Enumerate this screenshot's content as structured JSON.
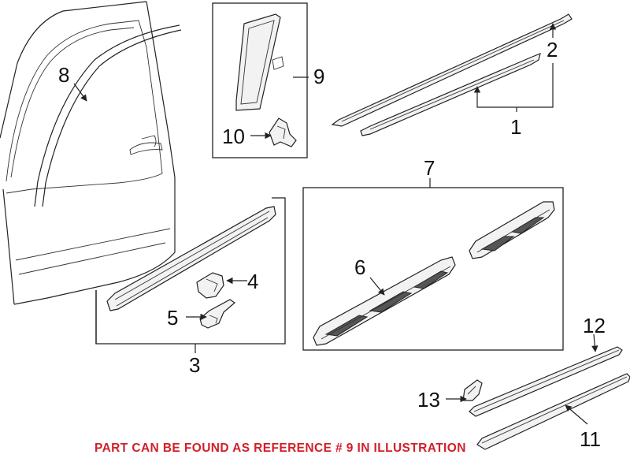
{
  "callouts": {
    "c1": "1",
    "c2": "2",
    "c3": "3",
    "c4": "4",
    "c5": "5",
    "c6": "6",
    "c7": "7",
    "c8": "8",
    "c9": "9",
    "c10": "10",
    "c11": "11",
    "c12": "12",
    "c13": "13"
  },
  "note": "PART CAN BE FOUND AS REFERENCE # 9 IN ILLUSTRATION",
  "colors": {
    "note": "#d0202a",
    "lines": "#222222"
  }
}
